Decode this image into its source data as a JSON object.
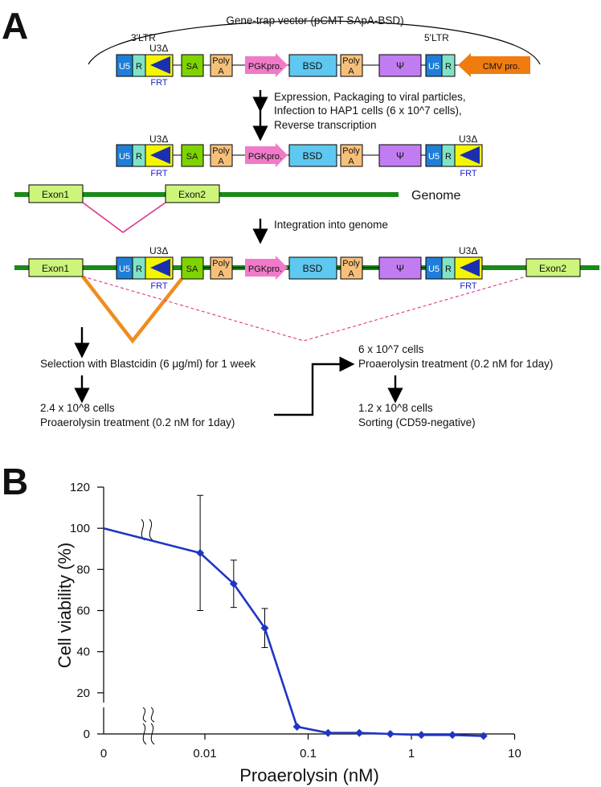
{
  "panel_a": {
    "label": "A",
    "vector_title": "Gene-trap vector (pCMT-SApA-BSD)",
    "ltr3": "3'LTR",
    "ltr5": "5'LTR",
    "u3d": "U3Δ",
    "frt": "FRT",
    "u5": "U5",
    "r": "R",
    "sa": "SA",
    "poly": "Poly",
    "polyA": "A",
    "pgk": "PGKpro.",
    "bsd": "BSD",
    "psi": "Ψ",
    "cmv": "CMV pro.",
    "step1_line1": "Expression, Packaging to viral particles,",
    "step1_line2": "Infection to HAP1 cells (6 x 10^7 cells),",
    "step1_line3": "Reverse transcription",
    "exon1": "Exon1",
    "exon2": "Exon2",
    "genome": "Genome",
    "step2": "Integration into genome",
    "selection": "Selection with Blastcidin (6 μg/ml) for 1 week",
    "cells1": "2.4 x 10^8 cells",
    "treat1": "Proaerolysin treatment (0.2 nM for 1day)",
    "cells2": "6 x 10^7 cells",
    "treat2": "Proaerolysin treatment (0.2 nM for 1day)",
    "cells3": "1.2 x 10^8 cells",
    "sorting": "Sorting (CD59-negative)"
  },
  "colors": {
    "u5": "#1f7fd8",
    "r": "#7fe3c8",
    "u3": "#f5f500",
    "u3tri": "#1b2fb0",
    "sa": "#7fd400",
    "poly": "#f7c07a",
    "pgk": "#f07ac8",
    "bsd": "#5ec8f0",
    "psi": "#c27cf2",
    "cmv": "#f07c10",
    "exon": "#ccf57a",
    "genome": "#1a8a1a",
    "splice_pink": "#e0358a",
    "splice_orange": "#f08c1e",
    "frt": "#2222cc",
    "series": "#1f35c4"
  },
  "panel_b": {
    "label": "B"
  },
  "chart_data": {
    "type": "line",
    "xlabel": "Proaerolysin (nM)",
    "ylabel": "Cell viability (%)",
    "xscale": "log with axis break; first point plotted at 0",
    "xticks": [
      "0",
      "0.01",
      "0.1",
      "1",
      "10"
    ],
    "yticks": [
      "0",
      "20",
      "40",
      "60",
      "80",
      "100",
      "120"
    ],
    "ylim": [
      0,
      120
    ],
    "x": [
      0,
      0.009,
      0.019,
      0.038,
      0.078,
      0.156,
      0.313,
      0.625,
      1.25,
      2.5,
      5
    ],
    "y": [
      100,
      88,
      73,
      51.5,
      3.5,
      0.5,
      0.5,
      0,
      -0.5,
      -0.5,
      -1
    ],
    "error": [
      0,
      28,
      11.5,
      9.5,
      0,
      0,
      0,
      0,
      0,
      0,
      0
    ],
    "grid": false
  }
}
